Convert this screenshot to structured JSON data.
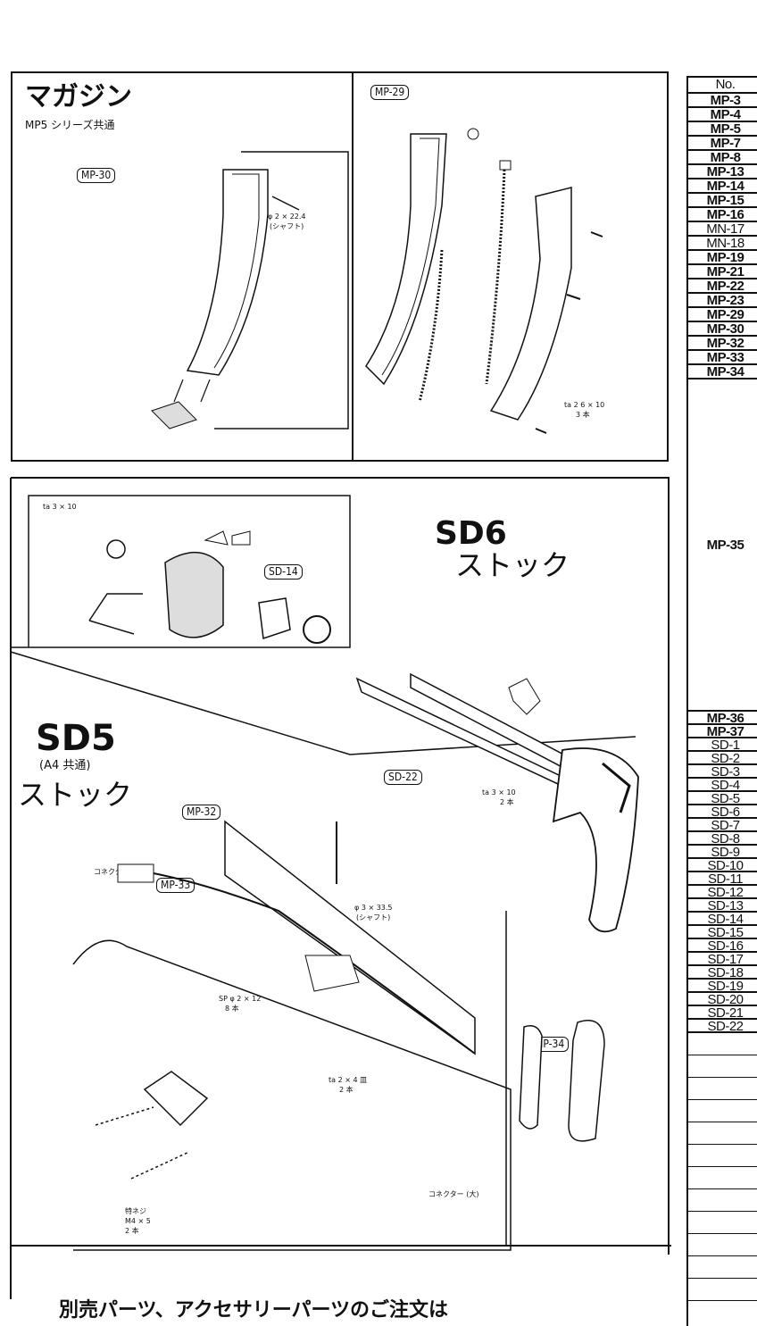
{
  "sections": {
    "magazine": {
      "title": "マガジン",
      "subtitle": "MP5 シリーズ共通",
      "part_left": "MP-30",
      "part_right": "MP-29",
      "shaft_note_1": "φ 2 × 22.4",
      "shaft_note_2": "(シャフト)",
      "screw_note_1": "ta 2 6 × 10",
      "screw_note_2": "3 本"
    },
    "sd6": {
      "title": "SD6",
      "subtitle": "ストック",
      "part_upper": "SD-14",
      "part_lower": "SD-22",
      "screw_upper": "ta 3 × 10",
      "screw_lower_1": "ta 3 × 10",
      "screw_lower_2": "2 本"
    },
    "sd5": {
      "title": "SD5",
      "note": "(A4 共通)",
      "subtitle": "ストック",
      "part_main": "MP-32",
      "part_connector": "MP-33",
      "part_pad": "MP-34",
      "connector_small": "コネクター (小)",
      "connector_large": "コネクター (大)",
      "shaft_1": "φ 3 × 33.5",
      "shaft_2": "(シャフト)",
      "sp_1": "SP φ 2 × 12",
      "sp_2": "8 本",
      "ta_1": "ta 2 × 4 皿",
      "ta_2": "2 本",
      "screw_1": "特ネジ",
      "screw_2": "M4 × 5",
      "screw_3": "2 本"
    }
  },
  "footer_text": "別売パーツ、アクセサリーパーツのご注文は",
  "parts_table": {
    "header": "No.",
    "rows": [
      "MP-3",
      "MP-4",
      "MP-5",
      "MP-7",
      "MP-8",
      "MP-13",
      "MP-14",
      "MP-15",
      "MP-16",
      "MN-17",
      "MN-18",
      "MP-19",
      "MP-21",
      "MP-22",
      "MP-23",
      "MP-29",
      "MP-30",
      "MP-32",
      "MP-33",
      "MP-34"
    ],
    "tall_row": "MP-35",
    "rows2": [
      "MP-36",
      "MP-37",
      "SD-1",
      "SD-2",
      "SD-3",
      "SD-4",
      "SD-5",
      "SD-6",
      "SD-7",
      "SD-8",
      "SD-9",
      "SD-10",
      "SD-11",
      "SD-12",
      "SD-13",
      "SD-14",
      "SD-15",
      "SD-16",
      "SD-17",
      "SD-18",
      "SD-19",
      "SD-20",
      "SD-21",
      "SD-22"
    ]
  }
}
